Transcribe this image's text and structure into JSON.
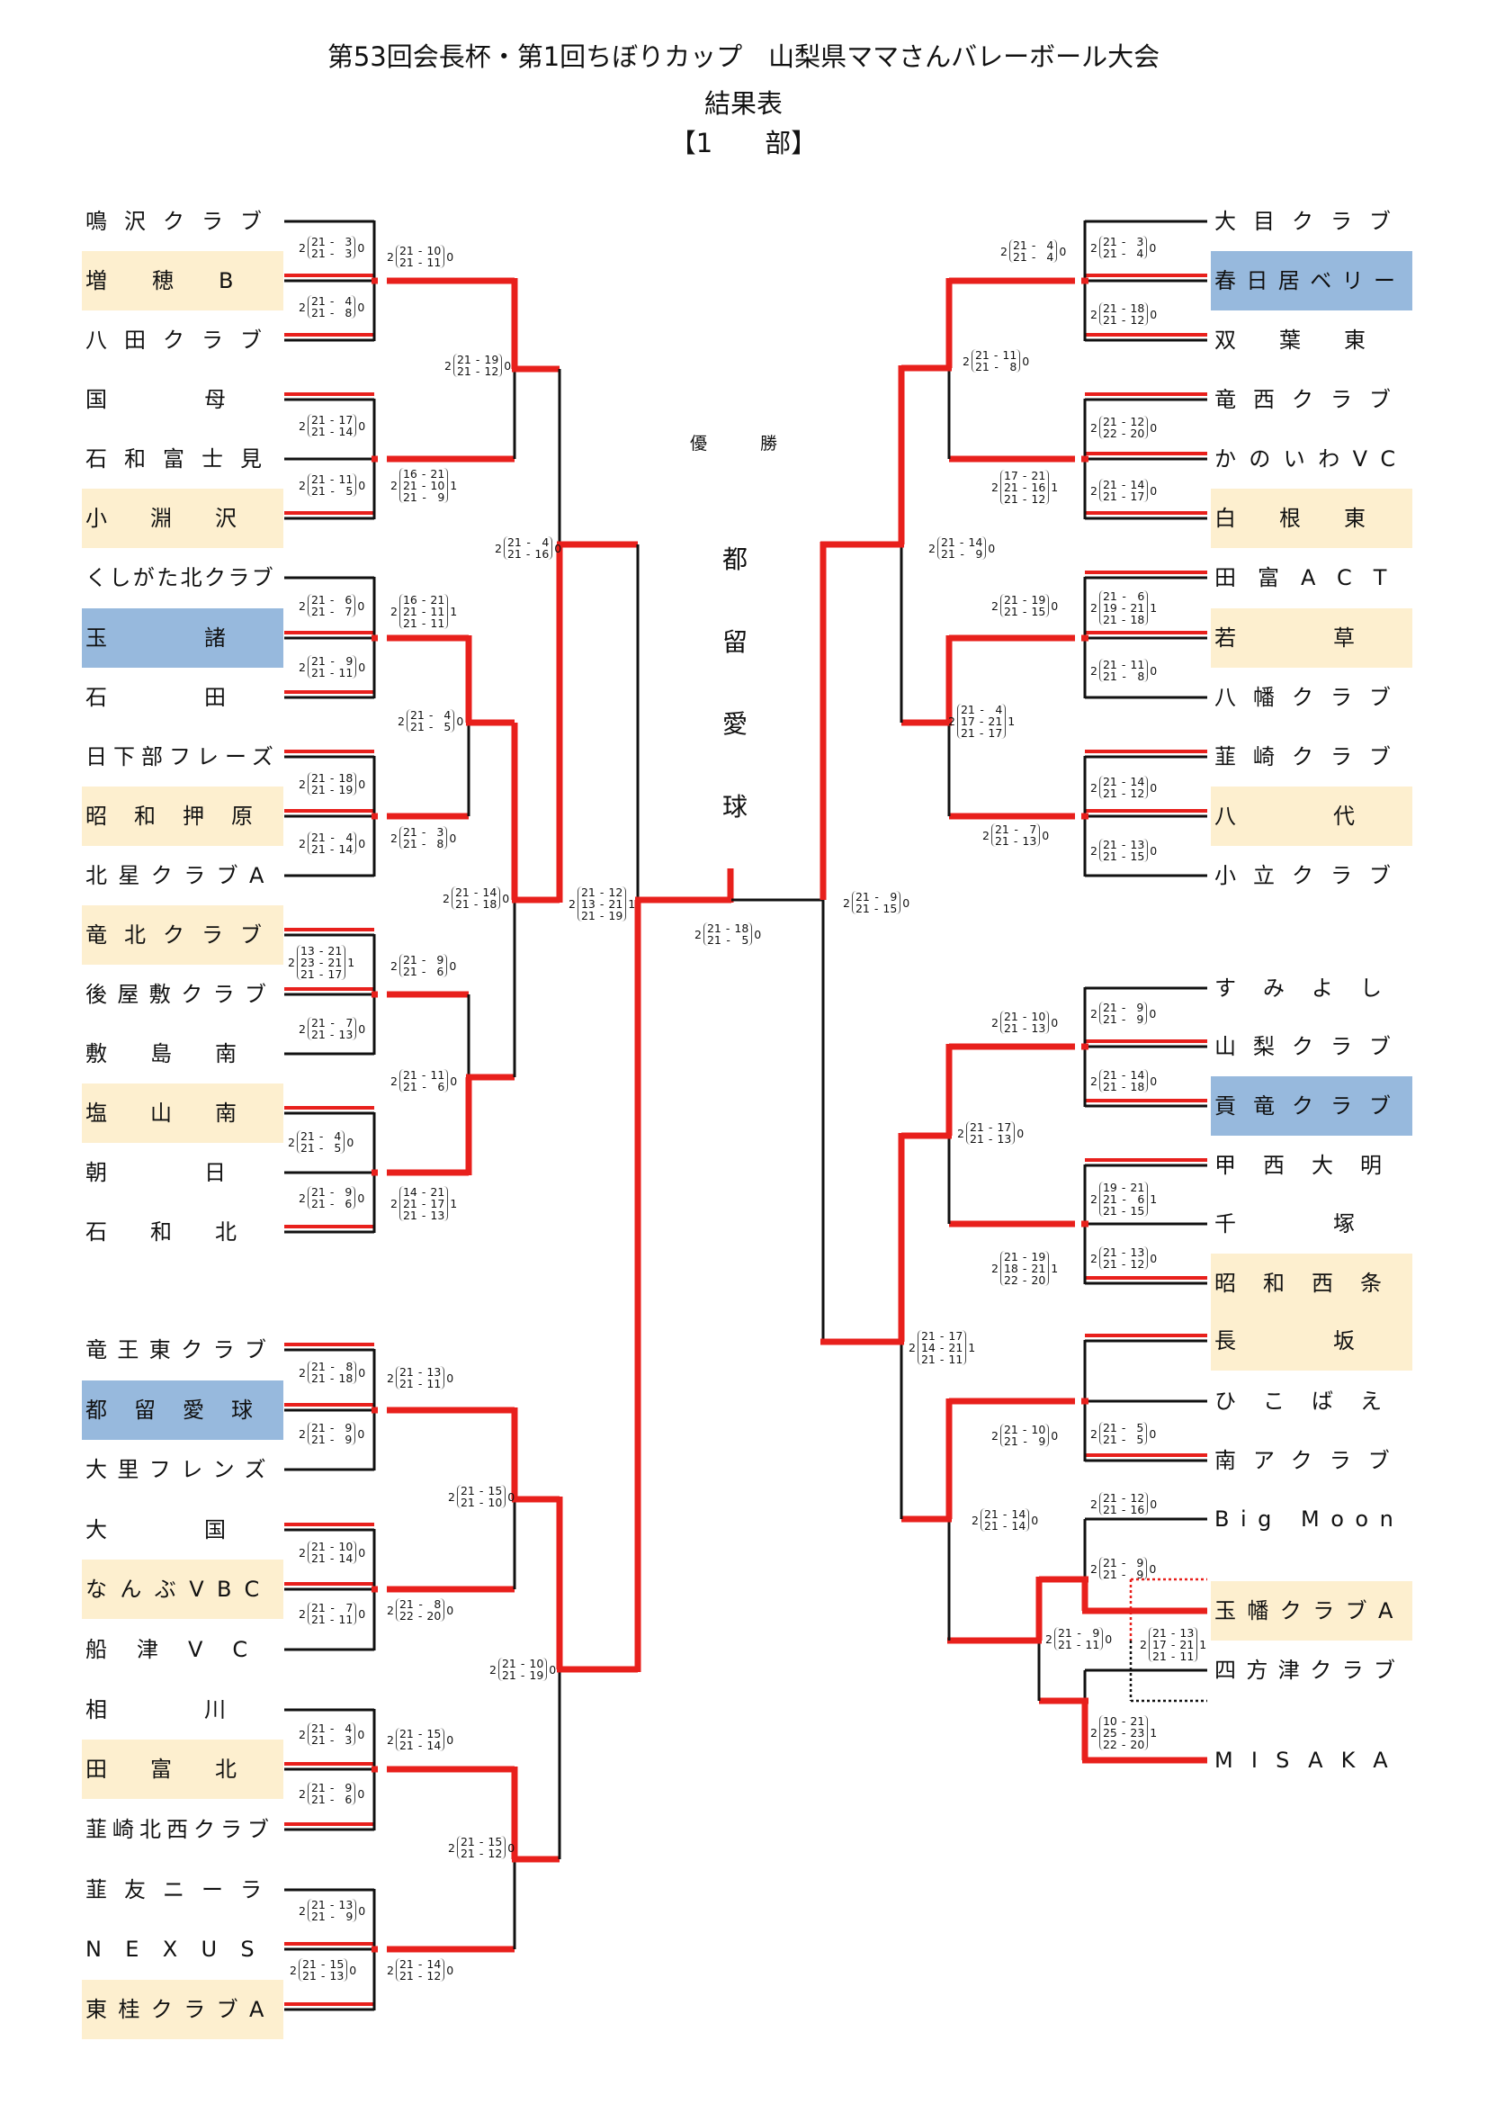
{
  "header": {
    "title": "第53回会長杯・第1回ちぼりカップ　山梨県ママさんバレーボール大会",
    "subtitle": "結果表",
    "division": "【1　　部】"
  },
  "colors": {
    "win_line": "#e8201c",
    "line": "#111111",
    "highlight_beige": "#fdefcf",
    "highlight_blue": "#97b9dd"
  },
  "champion": {
    "label_1": "優",
    "label_2": "勝",
    "name_chars": [
      "都",
      "留",
      "愛",
      "球"
    ]
  },
  "left_teams": [
    {
      "name": "鳴沢クラブ",
      "hl": ""
    },
    {
      "name": "増穂B",
      "hl": "beige"
    },
    {
      "name": "八田クラブ",
      "hl": ""
    },
    {
      "name": "国母",
      "hl": ""
    },
    {
      "name": "石和富士見",
      "hl": ""
    },
    {
      "name": "小淵沢",
      "hl": "beige"
    },
    {
      "name": "くしがた北クラブ",
      "hl": ""
    },
    {
      "name": "玉諸",
      "hl": "blue"
    },
    {
      "name": "石田",
      "hl": ""
    },
    {
      "name": "日下部フレーズ",
      "hl": ""
    },
    {
      "name": "昭和押原",
      "hl": "beige"
    },
    {
      "name": "北星クラブA",
      "hl": ""
    },
    {
      "name": "竜北クラブ",
      "hl": "beige"
    },
    {
      "name": "後屋敷クラブ",
      "hl": ""
    },
    {
      "name": "敷島南",
      "hl": ""
    },
    {
      "name": "塩山南",
      "hl": "beige"
    },
    {
      "name": "朝日",
      "hl": ""
    },
    {
      "name": "石和北",
      "hl": ""
    },
    {
      "name": "竜王東クラブ",
      "hl": ""
    },
    {
      "name": "都留愛球",
      "hl": "blue"
    },
    {
      "name": "大里フレンズ",
      "hl": ""
    },
    {
      "name": "大国",
      "hl": ""
    },
    {
      "name": "なんぶVBC",
      "hl": "beige"
    },
    {
      "name": "船津VC",
      "hl": ""
    },
    {
      "name": "相川",
      "hl": ""
    },
    {
      "name": "田富北",
      "hl": "beige"
    },
    {
      "name": "韮崎北西クラブ",
      "hl": ""
    },
    {
      "name": "韮友ニーラ",
      "hl": ""
    },
    {
      "name": "NEXUS",
      "hl": ""
    },
    {
      "name": "東桂クラブA",
      "hl": "beige"
    }
  ],
  "right_teams": [
    {
      "name": "大目クラブ",
      "hl": ""
    },
    {
      "name": "春日居ベリー",
      "hl": "blue"
    },
    {
      "name": "双葉東",
      "hl": ""
    },
    {
      "name": "竜西クラブ",
      "hl": ""
    },
    {
      "name": "かのいわVC",
      "hl": ""
    },
    {
      "name": "白根東",
      "hl": "beige"
    },
    {
      "name": "田富ACT",
      "hl": ""
    },
    {
      "name": "若草",
      "hl": "beige"
    },
    {
      "name": "八幡クラブ",
      "hl": ""
    },
    {
      "name": "韮崎クラブ",
      "hl": ""
    },
    {
      "name": "八代",
      "hl": "beige"
    },
    {
      "name": "小立クラブ",
      "hl": ""
    },
    {
      "name": "すみよし",
      "hl": ""
    },
    {
      "name": "山梨クラブ",
      "hl": ""
    },
    {
      "name": "貢竜クラブ",
      "hl": "blue"
    },
    {
      "name": "甲西大明",
      "hl": ""
    },
    {
      "name": "千塚",
      "hl": ""
    },
    {
      "name": "昭和西条",
      "hl": "beige"
    },
    {
      "name": "長坂",
      "hl": "beige"
    },
    {
      "name": "ひこばえ",
      "hl": ""
    },
    {
      "name": "南アクラブ",
      "hl": ""
    },
    {
      "name": "Big Moon",
      "hl": ""
    },
    {
      "name": "玉幡クラブA",
      "hl": "beige"
    },
    {
      "name": "四方津クラブ",
      "hl": ""
    },
    {
      "name": "MISAKA",
      "hl": ""
    }
  ],
  "scores": [
    {
      "id": "L1",
      "w": 2,
      "l": 0,
      "games": [
        [
          "21",
          "3"
        ],
        [
          "21",
          "3"
        ]
      ]
    },
    {
      "id": "L2",
      "w": 2,
      "l": 0,
      "games": [
        [
          "21",
          "4"
        ],
        [
          "21",
          "8"
        ]
      ]
    },
    {
      "id": "L3",
      "w": 2,
      "l": 0,
      "games": [
        [
          "21",
          "10"
        ],
        [
          "21",
          "11"
        ]
      ]
    },
    {
      "id": "L4",
      "w": 2,
      "l": 0,
      "games": [
        [
          "21",
          "17"
        ],
        [
          "21",
          "14"
        ]
      ]
    },
    {
      "id": "L5",
      "w": 2,
      "l": 0,
      "games": [
        [
          "21",
          "11"
        ],
        [
          "21",
          "5"
        ]
      ]
    },
    {
      "id": "L6",
      "w": 2,
      "l": 1,
      "games": [
        [
          "16",
          "21"
        ],
        [
          "21",
          "10"
        ],
        [
          "21",
          "9"
        ]
      ]
    },
    {
      "id": "L7",
      "w": 2,
      "l": 0,
      "games": [
        [
          "21",
          "19"
        ],
        [
          "21",
          "12"
        ]
      ]
    },
    {
      "id": "L8",
      "w": 2,
      "l": 0,
      "games": [
        [
          "21",
          "6"
        ],
        [
          "21",
          "7"
        ]
      ]
    },
    {
      "id": "L9",
      "w": 2,
      "l": 0,
      "games": [
        [
          "21",
          "9"
        ],
        [
          "21",
          "11"
        ]
      ]
    },
    {
      "id": "L10",
      "w": 2,
      "l": 1,
      "games": [
        [
          "16",
          "21"
        ],
        [
          "21",
          "11"
        ],
        [
          "21",
          "11"
        ]
      ]
    },
    {
      "id": "L11",
      "w": 2,
      "l": 0,
      "games": [
        [
          "21",
          "18"
        ],
        [
          "21",
          "19"
        ]
      ]
    },
    {
      "id": "L12",
      "w": 2,
      "l": 0,
      "games": [
        [
          "21",
          "4"
        ],
        [
          "21",
          "14"
        ]
      ]
    },
    {
      "id": "L13",
      "w": 2,
      "l": 0,
      "games": [
        [
          "21",
          "3"
        ],
        [
          "21",
          "8"
        ]
      ]
    },
    {
      "id": "L14",
      "w": 2,
      "l": 0,
      "games": [
        [
          "21",
          "4"
        ],
        [
          "21",
          "5"
        ]
      ]
    },
    {
      "id": "L15",
      "w": 2,
      "l": 0,
      "games": [
        [
          "21",
          "4"
        ],
        [
          "21",
          "16"
        ]
      ]
    },
    {
      "id": "L16",
      "w": 2,
      "l": 1,
      "games": [
        [
          "13",
          "21"
        ],
        [
          "23",
          "21"
        ],
        [
          "21",
          "17"
        ]
      ]
    },
    {
      "id": "L17",
      "w": 2,
      "l": 0,
      "games": [
        [
          "21",
          "7"
        ],
        [
          "21",
          "13"
        ]
      ]
    },
    {
      "id": "L18",
      "w": 2,
      "l": 0,
      "games": [
        [
          "21",
          "9"
        ],
        [
          "21",
          "6"
        ]
      ]
    },
    {
      "id": "L19",
      "w": 2,
      "l": 0,
      "games": [
        [
          "21",
          "4"
        ],
        [
          "21",
          "5"
        ]
      ]
    },
    {
      "id": "L20",
      "w": 2,
      "l": 0,
      "games": [
        [
          "21",
          "9"
        ],
        [
          "21",
          "6"
        ]
      ]
    },
    {
      "id": "L21",
      "w": 2,
      "l": 1,
      "games": [
        [
          "14",
          "21"
        ],
        [
          "21",
          "17"
        ],
        [
          "21",
          "13"
        ]
      ]
    },
    {
      "id": "L22",
      "w": 2,
      "l": 0,
      "games": [
        [
          "21",
          "11"
        ],
        [
          "21",
          "6"
        ]
      ]
    },
    {
      "id": "L23",
      "w": 2,
      "l": 0,
      "games": [
        [
          "21",
          "14"
        ],
        [
          "21",
          "18"
        ]
      ]
    },
    {
      "id": "L24",
      "w": 2,
      "l": 0,
      "games": [
        [
          "21",
          "8"
        ],
        [
          "21",
          "18"
        ]
      ]
    },
    {
      "id": "L25",
      "w": 2,
      "l": 0,
      "games": [
        [
          "21",
          "9"
        ],
        [
          "21",
          "9"
        ]
      ]
    },
    {
      "id": "L26",
      "w": 2,
      "l": 0,
      "games": [
        [
          "21",
          "13"
        ],
        [
          "21",
          "11"
        ]
      ]
    },
    {
      "id": "L27",
      "w": 2,
      "l": 0,
      "games": [
        [
          "21",
          "10"
        ],
        [
          "21",
          "14"
        ]
      ]
    },
    {
      "id": "L28",
      "w": 2,
      "l": 0,
      "games": [
        [
          "21",
          "7"
        ],
        [
          "21",
          "11"
        ]
      ]
    },
    {
      "id": "L29",
      "w": 2,
      "l": 0,
      "games": [
        [
          "21",
          "8"
        ],
        [
          "22",
          "20"
        ]
      ]
    },
    {
      "id": "L30",
      "w": 2,
      "l": 0,
      "games": [
        [
          "21",
          "15"
        ],
        [
          "21",
          "10"
        ]
      ]
    },
    {
      "id": "L31",
      "w": 2,
      "l": 0,
      "games": [
        [
          "21",
          "4"
        ],
        [
          "21",
          "3"
        ]
      ]
    },
    {
      "id": "L32",
      "w": 2,
      "l": 0,
      "games": [
        [
          "21",
          "9"
        ],
        [
          "21",
          "6"
        ]
      ]
    },
    {
      "id": "L33",
      "w": 2,
      "l": 0,
      "games": [
        [
          "21",
          "15"
        ],
        [
          "21",
          "14"
        ]
      ]
    },
    {
      "id": "L34",
      "w": 2,
      "l": 0,
      "games": [
        [
          "21",
          "13"
        ],
        [
          "21",
          "9"
        ]
      ]
    },
    {
      "id": "L35",
      "w": 2,
      "l": 0,
      "games": [
        [
          "21",
          "15"
        ],
        [
          "21",
          "13"
        ]
      ]
    },
    {
      "id": "L36",
      "w": 2,
      "l": 0,
      "games": [
        [
          "21",
          "14"
        ],
        [
          "21",
          "12"
        ]
      ]
    },
    {
      "id": "L37",
      "w": 2,
      "l": 0,
      "games": [
        [
          "21",
          "15"
        ],
        [
          "21",
          "12"
        ]
      ]
    },
    {
      "id": "L38",
      "w": 2,
      "l": 0,
      "games": [
        [
          "21",
          "10"
        ],
        [
          "21",
          "19"
        ]
      ]
    },
    {
      "id": "C1",
      "w": 2,
      "l": 1,
      "games": [
        [
          "21",
          "12"
        ],
        [
          "13",
          "21"
        ],
        [
          "21",
          "19"
        ]
      ]
    },
    {
      "id": "C2",
      "w": 2,
      "l": 0,
      "games": [
        [
          "21",
          "18"
        ],
        [
          "21",
          "5"
        ]
      ]
    },
    {
      "id": "C3",
      "w": 2,
      "l": 0,
      "games": [
        [
          "21",
          "9"
        ],
        [
          "21",
          "15"
        ]
      ]
    },
    {
      "id": "R1",
      "w": 2,
      "l": 0,
      "games": [
        [
          "21",
          "3"
        ],
        [
          "21",
          "4"
        ]
      ]
    },
    {
      "id": "R2",
      "w": 2,
      "l": 0,
      "games": [
        [
          "21",
          "18"
        ],
        [
          "21",
          "12"
        ]
      ]
    },
    {
      "id": "R3",
      "w": 2,
      "l": 0,
      "games": [
        [
          "21",
          "4"
        ],
        [
          "21",
          "4"
        ]
      ]
    },
    {
      "id": "R4",
      "w": 2,
      "l": 0,
      "games": [
        [
          "21",
          "12"
        ],
        [
          "22",
          "20"
        ]
      ]
    },
    {
      "id": "R5",
      "w": 2,
      "l": 0,
      "games": [
        [
          "21",
          "14"
        ],
        [
          "21",
          "17"
        ]
      ]
    },
    {
      "id": "R6",
      "w": 2,
      "l": 1,
      "games": [
        [
          "17",
          "21"
        ],
        [
          "21",
          "16"
        ],
        [
          "21",
          "12"
        ]
      ]
    },
    {
      "id": "R7",
      "w": 2,
      "l": 0,
      "games": [
        [
          "21",
          "11"
        ],
        [
          "21",
          "8"
        ]
      ]
    },
    {
      "id": "R8",
      "w": 2,
      "l": 1,
      "games": [
        [
          "21",
          "6"
        ],
        [
          "19",
          "21"
        ],
        [
          "21",
          "18"
        ]
      ]
    },
    {
      "id": "R9",
      "w": 2,
      "l": 0,
      "games": [
        [
          "21",
          "11"
        ],
        [
          "21",
          "8"
        ]
      ]
    },
    {
      "id": "R10",
      "w": 2,
      "l": 0,
      "games": [
        [
          "21",
          "19"
        ],
        [
          "21",
          "15"
        ]
      ]
    },
    {
      "id": "R11",
      "w": 2,
      "l": 0,
      "games": [
        [
          "21",
          "14"
        ],
        [
          "21",
          "12"
        ]
      ]
    },
    {
      "id": "R12",
      "w": 2,
      "l": 0,
      "games": [
        [
          "21",
          "13"
        ],
        [
          "21",
          "15"
        ]
      ]
    },
    {
      "id": "R13",
      "w": 2,
      "l": 0,
      "games": [
        [
          "21",
          "7"
        ],
        [
          "21",
          "13"
        ]
      ]
    },
    {
      "id": "R14",
      "w": 2,
      "l": 1,
      "games": [
        [
          "21",
          "4"
        ],
        [
          "17",
          "21"
        ],
        [
          "21",
          "17"
        ]
      ]
    },
    {
      "id": "R15",
      "w": 2,
      "l": 0,
      "games": [
        [
          "21",
          "14"
        ],
        [
          "21",
          "9"
        ]
      ]
    },
    {
      "id": "R16",
      "w": 2,
      "l": 0,
      "games": [
        [
          "21",
          "9"
        ],
        [
          "21",
          "9"
        ]
      ]
    },
    {
      "id": "R17",
      "w": 2,
      "l": 0,
      "games": [
        [
          "21",
          "14"
        ],
        [
          "21",
          "18"
        ]
      ]
    },
    {
      "id": "R18",
      "w": 2,
      "l": 0,
      "games": [
        [
          "21",
          "10"
        ],
        [
          "21",
          "13"
        ]
      ]
    },
    {
      "id": "R19",
      "w": 2,
      "l": 1,
      "games": [
        [
          "19",
          "21"
        ],
        [
          "21",
          "6"
        ],
        [
          "21",
          "15"
        ]
      ]
    },
    {
      "id": "R20",
      "w": 2,
      "l": 0,
      "games": [
        [
          "21",
          "13"
        ],
        [
          "21",
          "12"
        ]
      ]
    },
    {
      "id": "R21",
      "w": 2,
      "l": 1,
      "games": [
        [
          "21",
          "19"
        ],
        [
          "18",
          "21"
        ],
        [
          "22",
          "20"
        ]
      ]
    },
    {
      "id": "R22",
      "w": 2,
      "l": 0,
      "games": [
        [
          "21",
          "17"
        ],
        [
          "21",
          "13"
        ]
      ]
    },
    {
      "id": "R23",
      "w": 2,
      "l": 1,
      "games": [
        [
          "21",
          "17"
        ],
        [
          "14",
          "21"
        ],
        [
          "21",
          "11"
        ]
      ]
    },
    {
      "id": "R24",
      "w": 2,
      "l": 0,
      "games": [
        [
          "21",
          "5"
        ],
        [
          "21",
          "5"
        ]
      ]
    },
    {
      "id": "R25",
      "w": 2,
      "l": 0,
      "games": [
        [
          "21",
          "12"
        ],
        [
          "21",
          "16"
        ]
      ]
    },
    {
      "id": "R26",
      "w": 2,
      "l": 0,
      "games": [
        [
          "21",
          "10"
        ],
        [
          "21",
          "9"
        ]
      ]
    },
    {
      "id": "R27",
      "w": 2,
      "l": 0,
      "games": [
        [
          "21",
          "14"
        ],
        [
          "21",
          "14"
        ]
      ]
    },
    {
      "id": "R28",
      "w": 2,
      "l": 0,
      "games": [
        [
          "21",
          "9"
        ],
        [
          "21",
          "9"
        ]
      ]
    },
    {
      "id": "R29",
      "w": 2,
      "l": 0,
      "games": [
        [
          "21",
          "9"
        ],
        [
          "21",
          "11"
        ]
      ]
    },
    {
      "id": "R30",
      "w": 2,
      "l": 1,
      "games": [
        [
          "21",
          "13"
        ],
        [
          "17",
          "21"
        ],
        [
          "21",
          "11"
        ]
      ]
    },
    {
      "id": "R31",
      "w": 2,
      "l": 1,
      "games": [
        [
          "10",
          "21"
        ],
        [
          "25",
          "23"
        ],
        [
          "22",
          "20"
        ]
      ]
    }
  ]
}
